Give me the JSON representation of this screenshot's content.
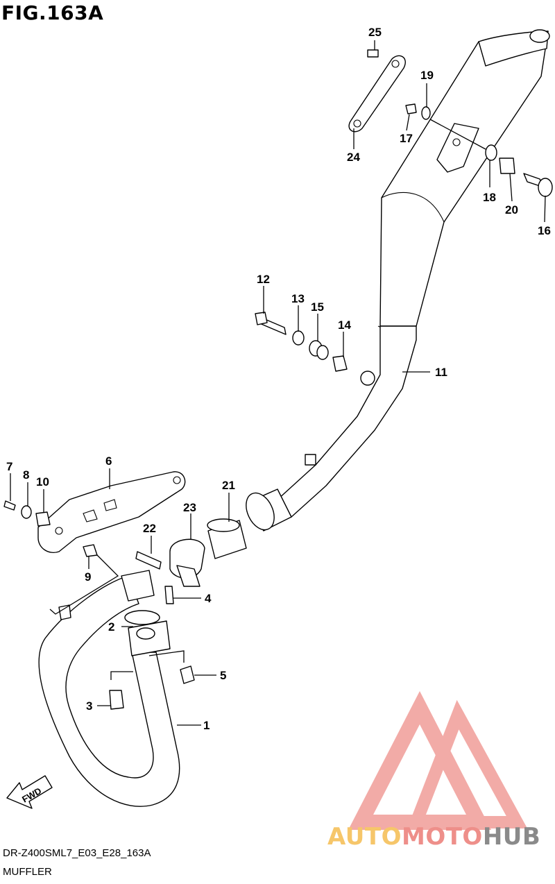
{
  "figure": {
    "title": "FIG.163A"
  },
  "footer": {
    "code": "DR-Z400SML7_E03_E28_163A",
    "name": "MUFFLER"
  },
  "fwd_label": "FWD",
  "watermark": {
    "auto": "AUTO",
    "moto": "MOTO",
    "hub": "HUB",
    "color_auto": "#f6c66a",
    "color_moto": "#ee8f8a",
    "color_hub": "#8a8a8a"
  },
  "parts": [
    {
      "ref": "1"
    },
    {
      "ref": "2"
    },
    {
      "ref": "3"
    },
    {
      "ref": "4"
    },
    {
      "ref": "5"
    },
    {
      "ref": "6"
    },
    {
      "ref": "7"
    },
    {
      "ref": "8"
    },
    {
      "ref": "9"
    },
    {
      "ref": "10"
    },
    {
      "ref": "11"
    },
    {
      "ref": "12"
    },
    {
      "ref": "13"
    },
    {
      "ref": "14"
    },
    {
      "ref": "15"
    },
    {
      "ref": "16"
    },
    {
      "ref": "17"
    },
    {
      "ref": "18"
    },
    {
      "ref": "19"
    },
    {
      "ref": "20"
    },
    {
      "ref": "21"
    },
    {
      "ref": "22"
    },
    {
      "ref": "23"
    },
    {
      "ref": "24"
    },
    {
      "ref": "25"
    }
  ]
}
